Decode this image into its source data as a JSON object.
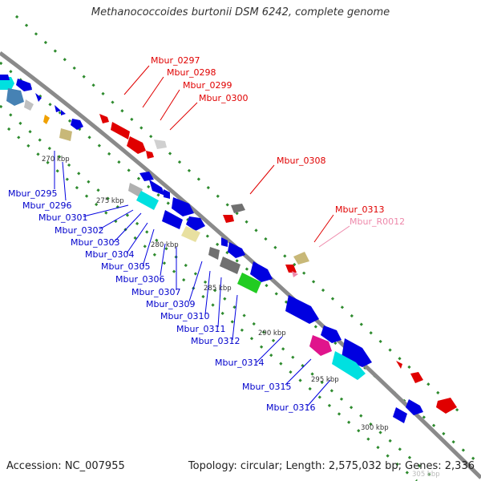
{
  "title": "Methanococcoides burtonii DSM 6242, complete genome",
  "footer": {
    "accession": "Accession: NC_007955",
    "topology": "Topology: circular; Length: 2,575,032 bp; Genes: 2,336"
  },
  "colors": {
    "backbone": "#8a8a8a",
    "dotted_track": "#2e8b2e",
    "forward_gene": "#e00000",
    "reverse_gene": "#0000e0",
    "rna_label": "#ee88aa"
  },
  "ticks": [
    "270 kbp",
    "275 kbp",
    "280 kbp",
    "285 kbp",
    "290 kbp",
    "295 kbp",
    "300 kbp",
    "305 kbp"
  ],
  "labels_top": [
    {
      "text": "Mbur_0297",
      "color": "#e00000"
    },
    {
      "text": "Mbur_0298",
      "color": "#e00000"
    },
    {
      "text": "Mbur_0299",
      "color": "#e00000"
    },
    {
      "text": "Mbur_0300",
      "color": "#e00000"
    },
    {
      "text": "Mbur_0308",
      "color": "#e00000"
    },
    {
      "text": "Mbur_0313",
      "color": "#e00000"
    },
    {
      "text": "Mbur_R0012",
      "color": "#ee88aa"
    }
  ],
  "labels_bottom": [
    "Mbur_0295",
    "Mbur_0296",
    "Mbur_0301",
    "Mbur_0302",
    "Mbur_0303",
    "Mbur_0304",
    "Mbur_0305",
    "Mbur_0306",
    "Mbur_0307",
    "Mbur_0309",
    "Mbur_0310",
    "Mbur_0311",
    "Mbur_0312",
    "Mbur_0314",
    "Mbur_0315",
    "Mbur_0316"
  ]
}
